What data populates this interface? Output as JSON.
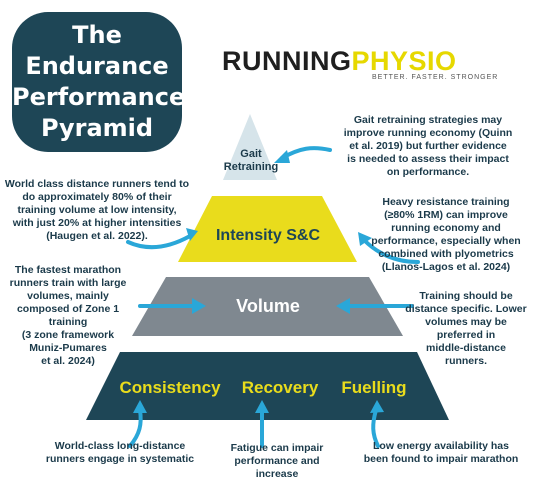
{
  "title": {
    "lines": [
      "The",
      "Endurance",
      "Performance",
      "Pyramid"
    ]
  },
  "logo": {
    "word_part1": "RUNNING",
    "word_part2": "PHYSIO",
    "tagline": "BETTER. FASTER. STRONGER"
  },
  "colors": {
    "badge": "#1e4656",
    "tier_top": "#d6e4ea",
    "tier_intensity": "#e9dc1c",
    "tier_volume": "#7f8890",
    "tier_base": "#1e4656",
    "arrow": "#2aa7d8",
    "base_text": "#e9dc1c"
  },
  "pyramid": {
    "top_label_line1": "Gait",
    "top_label_line2": "Retraining",
    "intensity_label": "Intensity  S&C",
    "volume_label": "Volume",
    "base_labels": [
      "Consistency",
      "Recovery",
      "Fuelling"
    ]
  },
  "notes": {
    "gait": [
      "Gait retraining strategies may",
      "improve running economy (Quinn",
      "et al. 2019) but further evidence",
      "is needed to assess their impact",
      "on performance."
    ],
    "intensity_left": [
      "World class distance runners tend to",
      "do approximately 80% of their",
      "training volume at low intensity,",
      "with just 20% at higher intensities",
      "(Haugen et al. 2022)."
    ],
    "sc_right": [
      "Heavy resistance training",
      "(≥80% 1RM) can improve",
      "running economy and",
      "performance, especially when",
      "combined with plyometrics",
      "(Llanos-Lagos et al. 2024)"
    ],
    "volume_left": [
      "The fastest marathon",
      "runners train with large",
      "volumes, mainly",
      "composed of Zone 1",
      "training",
      "(3 zone framework",
      "Muniz-Pumares",
      "et al. 2024)"
    ],
    "volume_right": [
      "Training should be",
      "distance specific. Lower",
      "volumes may be",
      "preferred in",
      "middle-distance",
      "runners."
    ],
    "consistency": [
      "World-class long-distance",
      "runners engage in systematic"
    ],
    "recovery": [
      "Fatigue can impair",
      "performance and increase"
    ],
    "fuelling": [
      "Low energy availability has",
      "been found to impair marathon"
    ]
  }
}
